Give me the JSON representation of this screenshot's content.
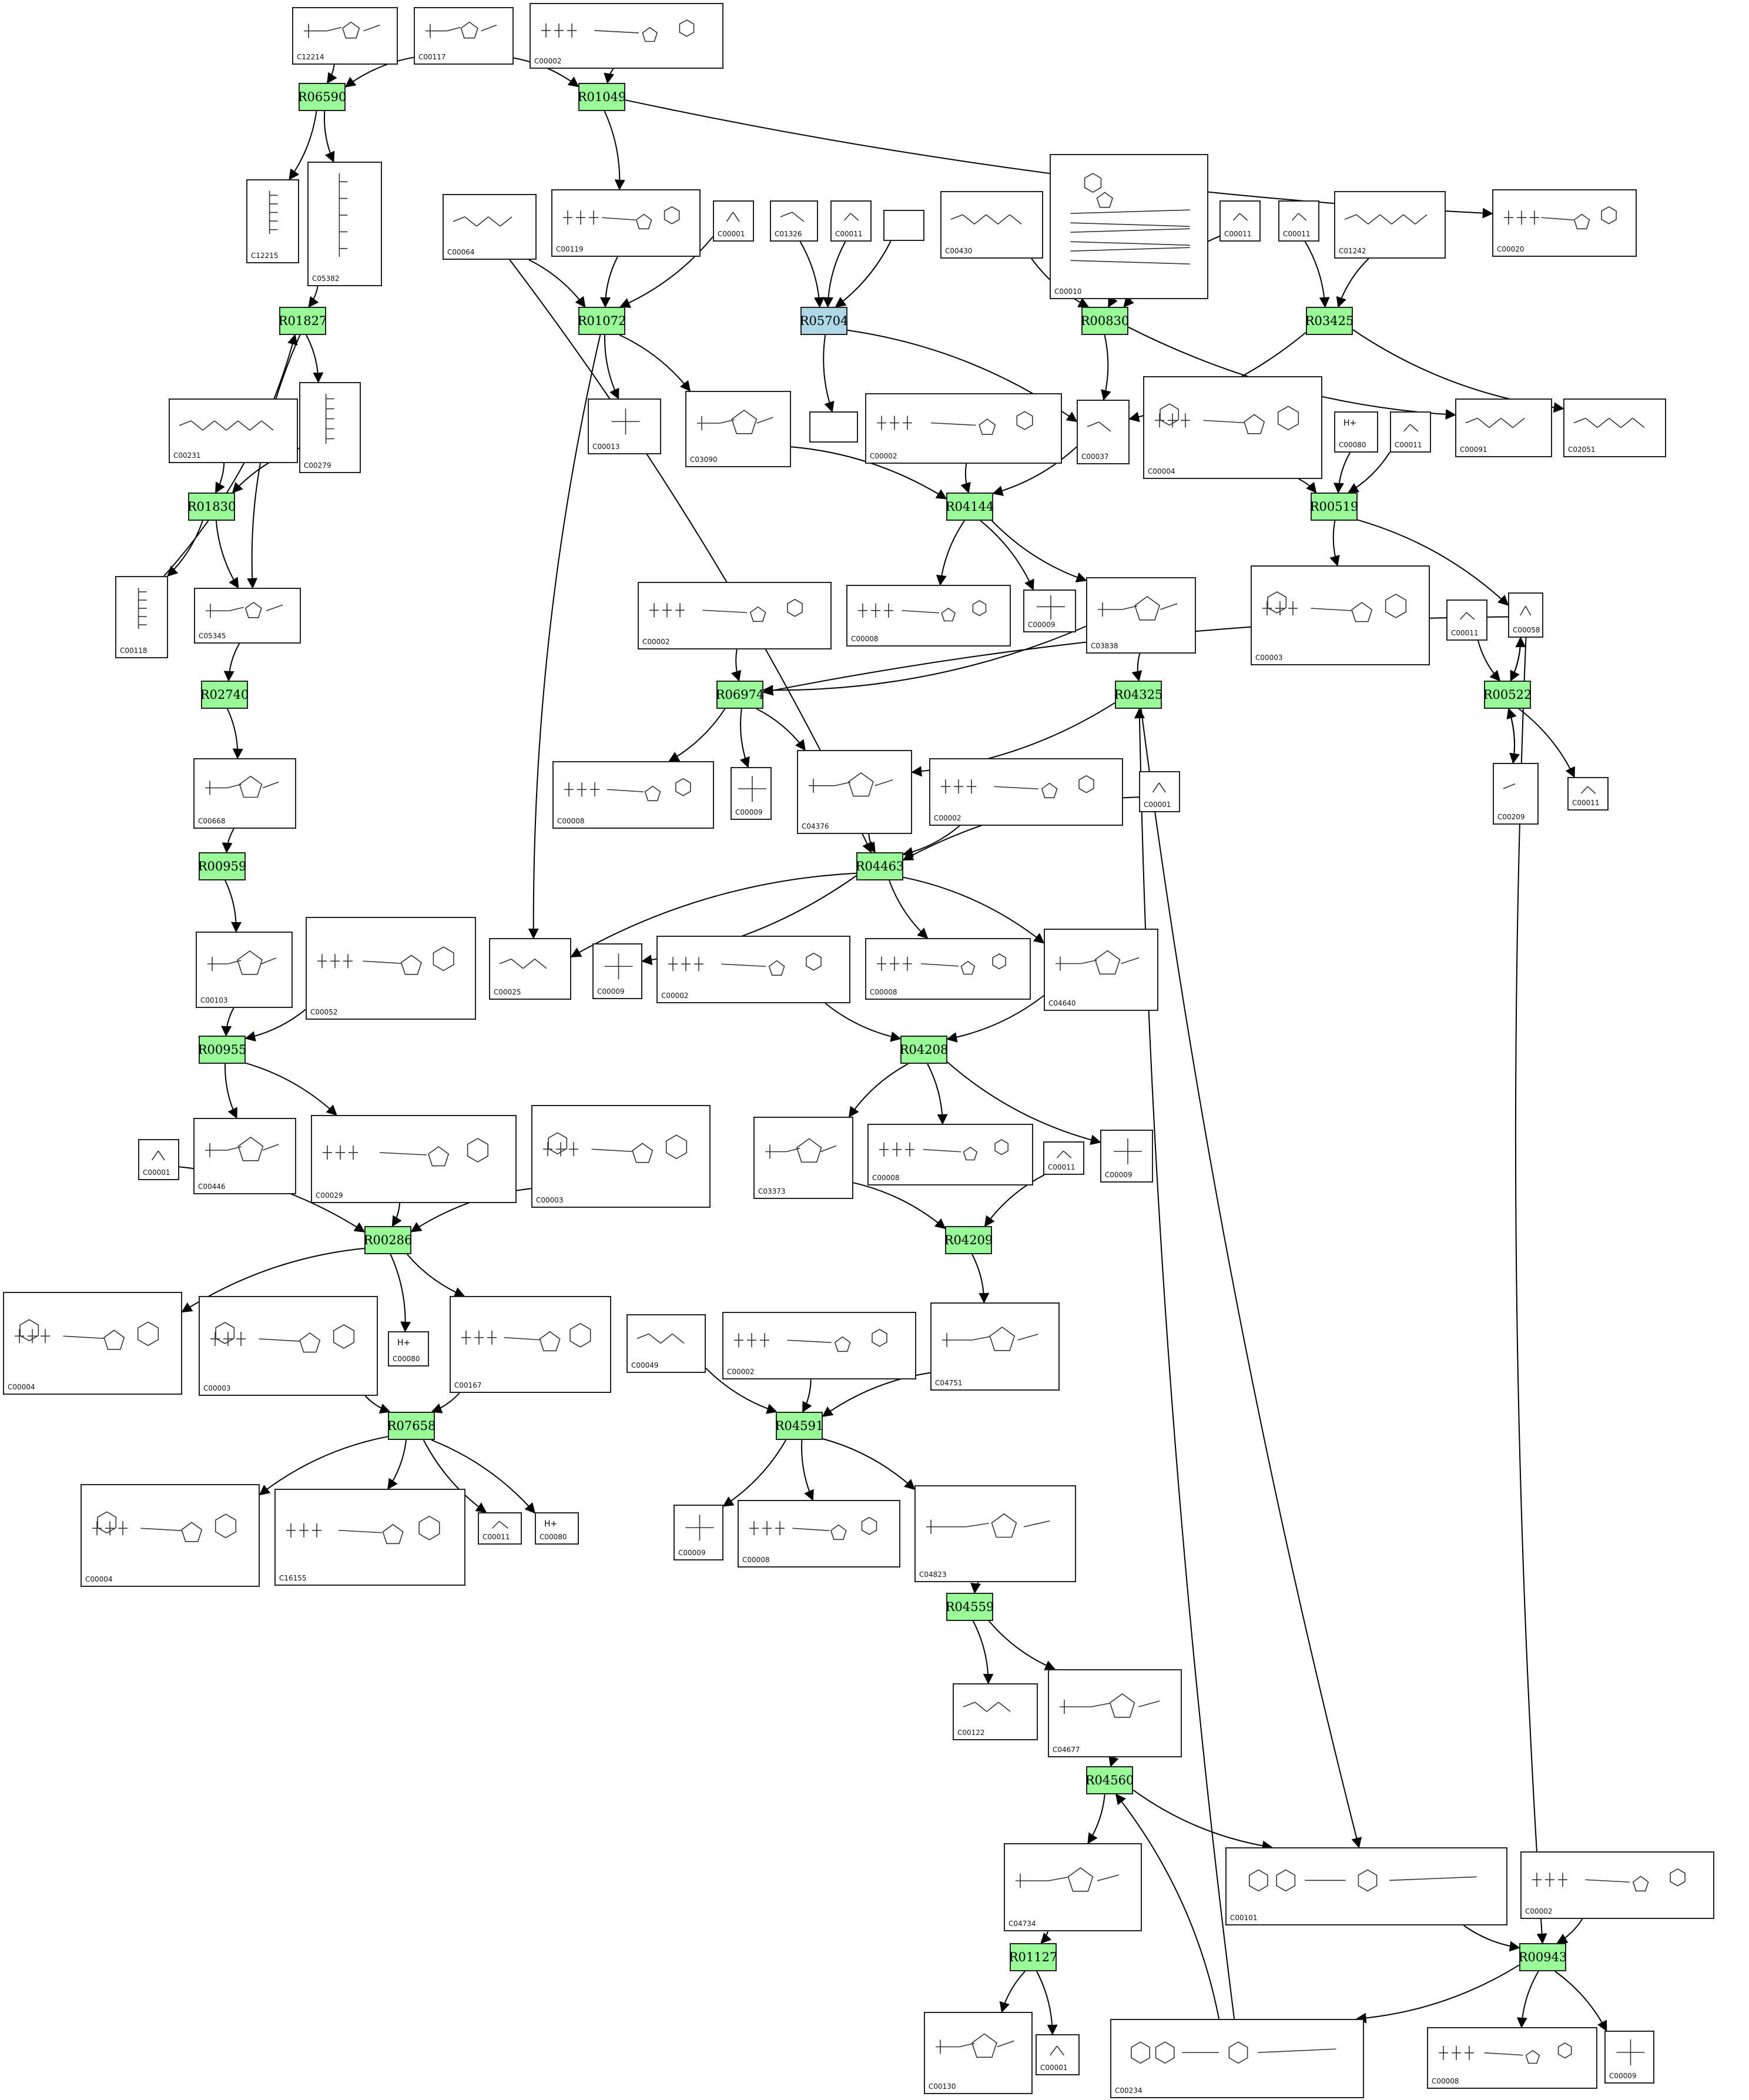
{
  "reactions": [
    {
      "id": "R06590",
      "label": "R06590"
    },
    {
      "id": "R01049",
      "label": "R01049"
    },
    {
      "id": "R01827",
      "label": "R01827"
    },
    {
      "id": "R01072",
      "label": "R01072"
    },
    {
      "id": "R05704",
      "label": "R05704",
      "highlight": "blue"
    },
    {
      "id": "R00830",
      "label": "R00830"
    },
    {
      "id": "R03425",
      "label": "R03425"
    },
    {
      "id": "R01830",
      "label": "R01830"
    },
    {
      "id": "R04144",
      "label": "R04144"
    },
    {
      "id": "R00519",
      "label": "R00519"
    },
    {
      "id": "R02740",
      "label": "R02740"
    },
    {
      "id": "R06974",
      "label": "R06974"
    },
    {
      "id": "R04325",
      "label": "R04325"
    },
    {
      "id": "R00522",
      "label": "R00522"
    },
    {
      "id": "R00959",
      "label": "R00959"
    },
    {
      "id": "R04463",
      "label": "R04463"
    },
    {
      "id": "R00955",
      "label": "R00955"
    },
    {
      "id": "R04208",
      "label": "R04208"
    },
    {
      "id": "R00286",
      "label": "R00286"
    },
    {
      "id": "R04209",
      "label": "R04209"
    },
    {
      "id": "R07658",
      "label": "R07658"
    },
    {
      "id": "R04591",
      "label": "R04591"
    },
    {
      "id": "R04559",
      "label": "R04559"
    },
    {
      "id": "R04560",
      "label": "R04560"
    },
    {
      "id": "R01127",
      "label": "R01127"
    },
    {
      "id": "R00943",
      "label": "R00943"
    }
  ],
  "compounds": [
    {
      "key": "c1",
      "label": "C12214"
    },
    {
      "key": "c2",
      "label": "C00117"
    },
    {
      "key": "c3",
      "label": "C00002"
    },
    {
      "key": "c4",
      "label": "C12215"
    },
    {
      "key": "c5",
      "label": "C05382"
    },
    {
      "key": "c6",
      "label": "C00064"
    },
    {
      "key": "c7",
      "label": "C00119"
    },
    {
      "key": "c8",
      "label": "C00001"
    },
    {
      "key": "c9",
      "label": "C01326"
    },
    {
      "key": "c10",
      "label": "C00011"
    },
    {
      "key": "c11",
      "label": ""
    },
    {
      "key": "c12",
      "label": "C00430"
    },
    {
      "key": "c13",
      "label": "C00010"
    },
    {
      "key": "c14",
      "label": "C00011"
    },
    {
      "key": "c15",
      "label": "C00011"
    },
    {
      "key": "c16",
      "label": "C01242"
    },
    {
      "key": "c17",
      "label": "C00020"
    },
    {
      "key": "c18",
      "label": "C00231"
    },
    {
      "key": "c19",
      "label": "C00279"
    },
    {
      "key": "c20",
      "label": "C00013"
    },
    {
      "key": "c21",
      "label": "C03090"
    },
    {
      "key": "c22",
      "label": ""
    },
    {
      "key": "c23",
      "label": "C00002"
    },
    {
      "key": "c24",
      "label": "C00037"
    },
    {
      "key": "c25",
      "label": "C00091"
    },
    {
      "key": "c26",
      "label": "C02051"
    },
    {
      "key": "c27",
      "label": "C00004"
    },
    {
      "key": "c28",
      "label": "C00080",
      "sym": "H+"
    },
    {
      "key": "c29",
      "label": "C00011"
    },
    {
      "key": "c30",
      "label": "C00118"
    },
    {
      "key": "c31",
      "label": "C05345"
    },
    {
      "key": "c32",
      "label": "C00002"
    },
    {
      "key": "c33",
      "label": "C00008"
    },
    {
      "key": "c34",
      "label": "C00009"
    },
    {
      "key": "c35",
      "label": "C03838"
    },
    {
      "key": "c36",
      "label": "C00003"
    },
    {
      "key": "c37",
      "label": "C00011"
    },
    {
      "key": "c38",
      "label": "C00058"
    },
    {
      "key": "c39",
      "label": "C00668"
    },
    {
      "key": "c40",
      "label": "C00008"
    },
    {
      "key": "c41",
      "label": "C00009"
    },
    {
      "key": "c42",
      "label": "C04376"
    },
    {
      "key": "c43",
      "label": "C00002"
    },
    {
      "key": "c44",
      "label": "C00001"
    },
    {
      "key": "c45",
      "label": "C00209"
    },
    {
      "key": "c46",
      "label": "C00011"
    },
    {
      "key": "c47",
      "label": "C00103"
    },
    {
      "key": "c48",
      "label": "C00052"
    },
    {
      "key": "c49",
      "label": "C00025"
    },
    {
      "key": "c50",
      "label": "C00009"
    },
    {
      "key": "c51",
      "label": "C00002"
    },
    {
      "key": "c52",
      "label": "C00008"
    },
    {
      "key": "c53",
      "label": "C04640"
    },
    {
      "key": "c54",
      "label": "C00446"
    },
    {
      "key": "c55",
      "label": "C00029"
    },
    {
      "key": "c56",
      "label": "C00003"
    },
    {
      "key": "c57",
      "label": "C00001"
    },
    {
      "key": "c58",
      "label": "C03373"
    },
    {
      "key": "c59",
      "label": "C00008"
    },
    {
      "key": "c60",
      "label": "C00011"
    },
    {
      "key": "c61",
      "label": "C00009"
    },
    {
      "key": "c62",
      "label": "C00004"
    },
    {
      "key": "c63",
      "label": "C00003"
    },
    {
      "key": "c64",
      "label": "C00080",
      "sym": "H+"
    },
    {
      "key": "c65",
      "label": "C00167"
    },
    {
      "key": "c66",
      "label": "C00049"
    },
    {
      "key": "c67",
      "label": "C00002"
    },
    {
      "key": "c68",
      "label": "C04751"
    },
    {
      "key": "c69",
      "label": "C00004"
    },
    {
      "key": "c70",
      "label": "C16155"
    },
    {
      "key": "c71",
      "label": "C00011"
    },
    {
      "key": "c72",
      "label": "C00080",
      "sym": "H+"
    },
    {
      "key": "c73",
      "label": "C00009"
    },
    {
      "key": "c74",
      "label": "C00008"
    },
    {
      "key": "c75",
      "label": "C04823"
    },
    {
      "key": "c76",
      "label": "C00122"
    },
    {
      "key": "c77",
      "label": "C04677"
    },
    {
      "key": "c78",
      "label": "C04734"
    },
    {
      "key": "c79",
      "label": "C00101"
    },
    {
      "key": "c80",
      "label": "C00002"
    },
    {
      "key": "c81",
      "label": "C00130"
    },
    {
      "key": "c82",
      "label": "C00001"
    },
    {
      "key": "c83",
      "label": "C00234"
    },
    {
      "key": "c84",
      "label": "C00008"
    },
    {
      "key": "c85",
      "label": "C00009"
    }
  ]
}
